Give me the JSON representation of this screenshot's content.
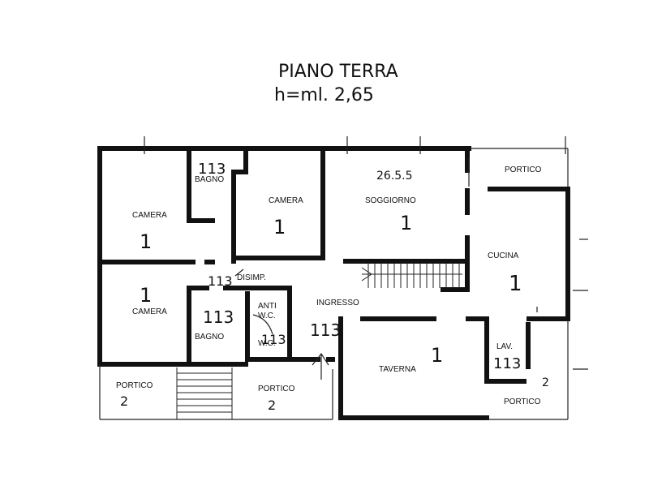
{
  "plan": {
    "title": "PIANO TERRA",
    "height_note": "h=ml. 2,65"
  },
  "rooms": {
    "camera_top_left": {
      "name": "CAMERA",
      "number": "1"
    },
    "bagno_top": {
      "name": "BAGNO",
      "number": "113"
    },
    "camera_top_mid": {
      "name": "CAMERA",
      "number": "1"
    },
    "soggiorno": {
      "name": "SOGGIORNO",
      "number": "1",
      "note": "26.5.5"
    },
    "portico_top_right": {
      "name": "PORTICO"
    },
    "cucina": {
      "name": "CUCINA",
      "number": "1"
    },
    "disimp": {
      "name": "DISIMP.",
      "number": "113"
    },
    "camera_bottom_left": {
      "name": "CAMERA",
      "number": "1"
    },
    "bagno_bottom": {
      "name": "BAGNO",
      "number": "113"
    },
    "anti_wc": {
      "name_line1": "ANTI",
      "name_line2": "W.C.",
      "number": "113"
    },
    "wc": {
      "name": "W.C."
    },
    "ingresso": {
      "name": "INGRESSO",
      "number": "113"
    },
    "taverna": {
      "name": "TAVERNA",
      "number": "1"
    },
    "lav": {
      "name": "LAV.",
      "number": "113"
    },
    "portico_bottom_left": {
      "name": "PORTICO",
      "number": "2"
    },
    "portico_bottom_mid": {
      "name": "PORTICO",
      "number": "2"
    },
    "portico_bottom_right": {
      "name": "PORTICO",
      "number": "2"
    }
  }
}
